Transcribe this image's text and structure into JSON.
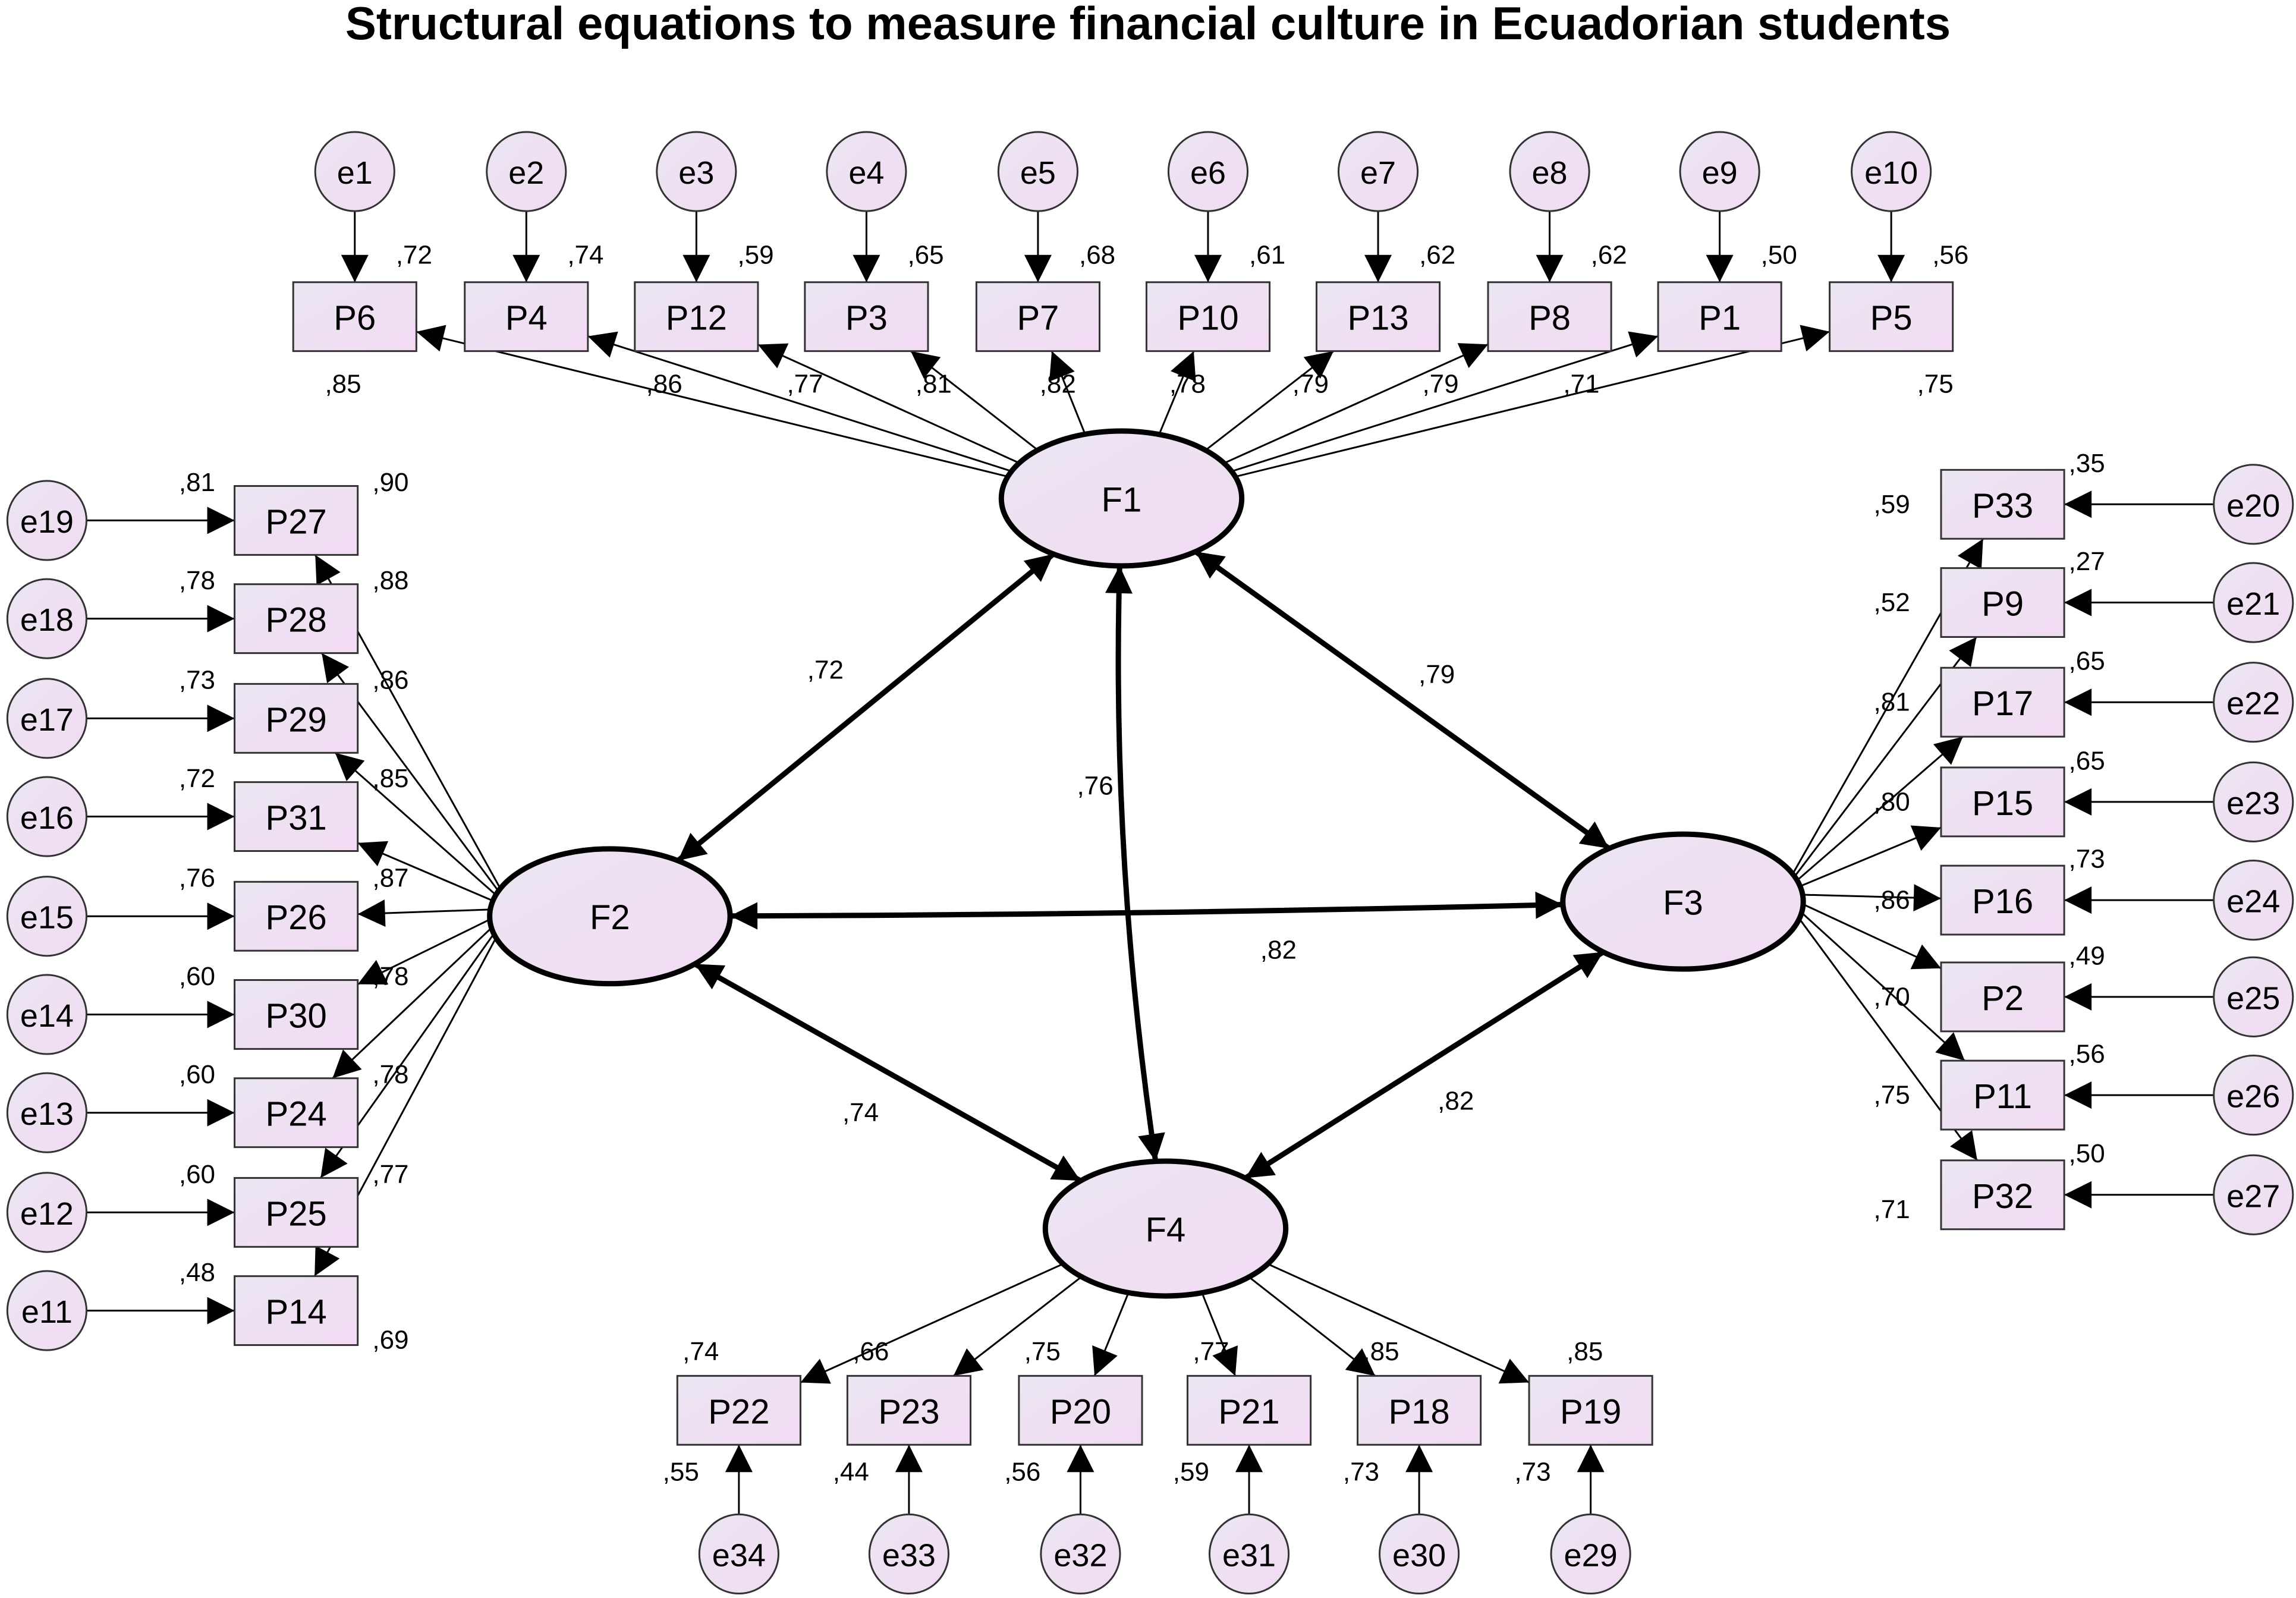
{
  "title": "Structural equations to measure financial culture in Ecuadorian students",
  "colors": {
    "node_fill_light": "#ebe6f2",
    "node_fill_pink": "#f2dbf3",
    "line": "#000000"
  },
  "factors": [
    {
      "id": "F1",
      "label": "F1"
    },
    {
      "id": "F2",
      "label": "F2"
    },
    {
      "id": "F3",
      "label": "F3"
    },
    {
      "id": "F4",
      "label": "F4"
    }
  ],
  "covariances": [
    {
      "from": "F1",
      "to": "F2",
      "value": ",72"
    },
    {
      "from": "F1",
      "to": "F3",
      "value": ",79"
    },
    {
      "from": "F1",
      "to": "F4",
      "value": ",76"
    },
    {
      "from": "F2",
      "to": "F3",
      "value": ",82"
    },
    {
      "from": "F2",
      "to": "F4",
      "value": ",74"
    },
    {
      "from": "F3",
      "to": "F4",
      "value": ",82"
    }
  ],
  "groups": [
    {
      "factor": "F1",
      "items": [
        {
          "item": "P6",
          "error": "e1",
          "loading": ",85",
          "r2": ",72"
        },
        {
          "item": "P4",
          "error": "e2",
          "loading": ",86",
          "r2": ",74"
        },
        {
          "item": "P12",
          "error": "e3",
          "loading": ",77",
          "r2": ",59"
        },
        {
          "item": "P3",
          "error": "e4",
          "loading": ",81",
          "r2": ",65"
        },
        {
          "item": "P7",
          "error": "e5",
          "loading": ",82",
          "r2": ",68"
        },
        {
          "item": "P10",
          "error": "e6",
          "loading": ",78",
          "r2": ",61"
        },
        {
          "item": "P13",
          "error": "e7",
          "loading": ",79",
          "r2": ",62"
        },
        {
          "item": "P8",
          "error": "e8",
          "loading": ",79",
          "r2": ",62"
        },
        {
          "item": "P1",
          "error": "e9",
          "loading": ",71",
          "r2": ",50"
        },
        {
          "item": "P5",
          "error": "e10",
          "loading": ",75",
          "r2": ",56"
        }
      ]
    },
    {
      "factor": "F2",
      "items": [
        {
          "item": "P27",
          "error": "e19",
          "loading": ",90",
          "r2": ",81"
        },
        {
          "item": "P28",
          "error": "e18",
          "loading": ",88",
          "r2": ",78"
        },
        {
          "item": "P29",
          "error": "e17",
          "loading": ",86",
          "r2": ",73"
        },
        {
          "item": "P31",
          "error": "e16",
          "loading": ",85",
          "r2": ",72"
        },
        {
          "item": "P26",
          "error": "e15",
          "loading": ",87",
          "r2": ",76"
        },
        {
          "item": "P30",
          "error": "e14",
          "loading": ",78",
          "r2": ",60"
        },
        {
          "item": "P24",
          "error": "e13",
          "loading": ",78",
          "r2": ",60"
        },
        {
          "item": "P25",
          "error": "e12",
          "loading": ",77",
          "r2": ",60"
        },
        {
          "item": "P14",
          "error": "e11",
          "loading": ",69",
          "r2": ",48"
        }
      ]
    },
    {
      "factor": "F3",
      "items": [
        {
          "item": "P33",
          "error": "e20",
          "loading": ",59",
          "r2": ",35"
        },
        {
          "item": "P9",
          "error": "e21",
          "loading": ",52",
          "r2": ",27"
        },
        {
          "item": "P17",
          "error": "e22",
          "loading": ",81",
          "r2": ",65"
        },
        {
          "item": "P15",
          "error": "e23",
          "loading": ",80",
          "r2": ",65"
        },
        {
          "item": "P16",
          "error": "e24",
          "loading": ",86",
          "r2": ",73"
        },
        {
          "item": "P2",
          "error": "e25",
          "loading": ",70",
          "r2": ",49"
        },
        {
          "item": "P11",
          "error": "e26",
          "loading": ",75",
          "r2": ",56"
        },
        {
          "item": "P32",
          "error": "e27",
          "loading": ",71",
          "r2": ",50"
        }
      ]
    },
    {
      "factor": "F4",
      "items": [
        {
          "item": "P22",
          "error": "e34",
          "loading": ",74",
          "r2": ",55"
        },
        {
          "item": "P23",
          "error": "e33",
          "loading": ",66",
          "r2": ",44"
        },
        {
          "item": "P20",
          "error": "e32",
          "loading": ",75",
          "r2": ",56"
        },
        {
          "item": "P21",
          "error": "e31",
          "loading": ",77",
          "r2": ",59"
        },
        {
          "item": "P18",
          "error": "e30",
          "loading": ",85",
          "r2": ",73"
        },
        {
          "item": "P19",
          "error": "e29",
          "loading": ",85",
          "r2": ",73"
        }
      ]
    }
  ]
}
